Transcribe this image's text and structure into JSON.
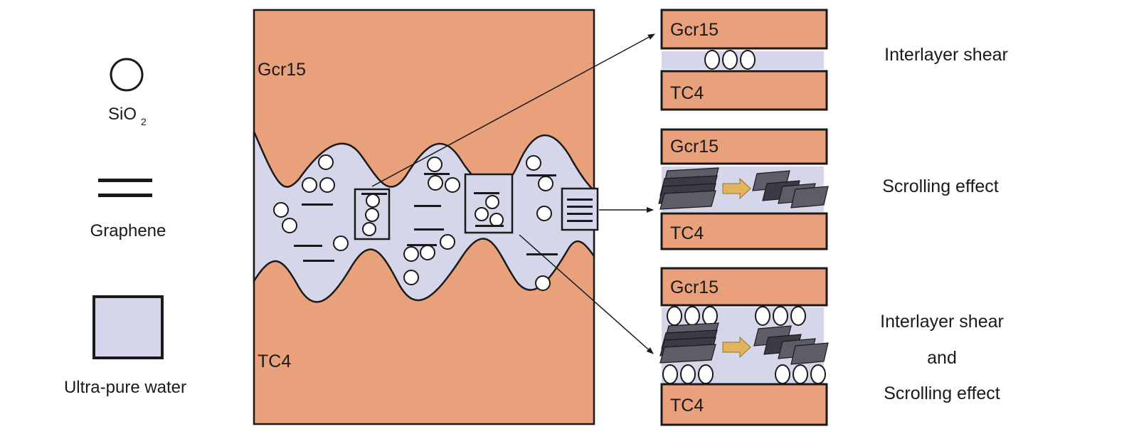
{
  "legend": {
    "sio2_label": "SiO",
    "sio2_subscript": "2",
    "graphene_label": "Graphene",
    "water_label": "Ultra-pure water"
  },
  "contact": {
    "upper_material": "Gcr15",
    "lower_material": "TC4"
  },
  "panels": [
    {
      "upper": "Gcr15",
      "lower": "TC4",
      "description": [
        "Interlayer shear"
      ]
    },
    {
      "upper": "Gcr15",
      "lower": "TC4",
      "description": [
        "Scrolling effect"
      ]
    },
    {
      "upper": "Gcr15",
      "lower": "TC4",
      "description": [
        "Interlayer shear",
        "and",
        "Scrolling effect"
      ]
    }
  ],
  "colors": {
    "metal": "#e9a17c",
    "water": "#d6d6ea",
    "outline": "#1a1a1a",
    "graphene_dark": "#3c3a44",
    "graphene_mid": "#5f5c68",
    "arrow_fill": "#e3b45a"
  }
}
